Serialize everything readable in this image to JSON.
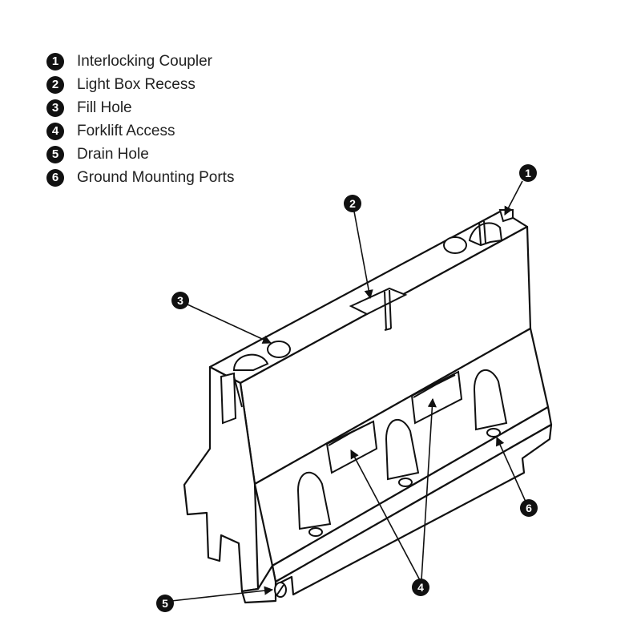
{
  "legend": [
    {
      "num": "1",
      "label": "Interlocking Coupler"
    },
    {
      "num": "2",
      "label": "Light Box Recess"
    },
    {
      "num": "3",
      "label": "Fill Hole"
    },
    {
      "num": "4",
      "label": "Forklift Access"
    },
    {
      "num": "5",
      "label": "Drain Hole"
    },
    {
      "num": "6",
      "label": "Ground Mounting Ports"
    }
  ],
  "callouts": {
    "c1": "1",
    "c2": "2",
    "c3": "3",
    "c4": "4",
    "c5": "5",
    "c6": "6"
  },
  "colors": {
    "ink": "#111111",
    "paper": "#ffffff"
  }
}
